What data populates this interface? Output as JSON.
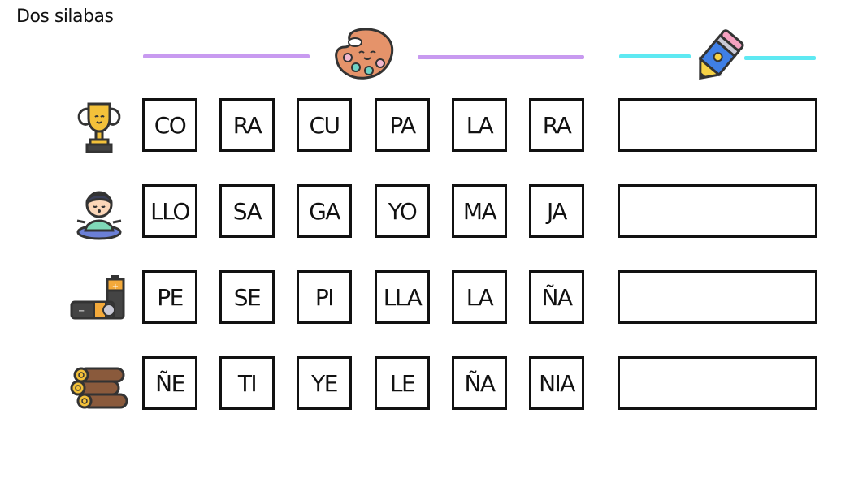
{
  "title": "Dos silabas",
  "colors": {
    "purple_line": "#c89af0",
    "cyan_line": "#5ee9f2",
    "border": "#111111"
  },
  "icons": {
    "header_left": "palette-icon",
    "header_right": "pencil-icon",
    "rows": [
      "trophy-icon",
      "meditating-child-icon",
      "battery-icon",
      "logs-icon"
    ]
  },
  "rows": [
    {
      "syllables": [
        "CO",
        "RA",
        "CU",
        "PA",
        "LA",
        "RA"
      ]
    },
    {
      "syllables": [
        "LLO",
        "SA",
        "GA",
        "YO",
        "MA",
        "JA"
      ]
    },
    {
      "syllables": [
        "PE",
        "SE",
        "PI",
        "LLA",
        "LA",
        "ÑA"
      ]
    },
    {
      "syllables": [
        "ÑE",
        "TI",
        "YE",
        "LE",
        "ÑA",
        "NIA"
      ]
    }
  ]
}
